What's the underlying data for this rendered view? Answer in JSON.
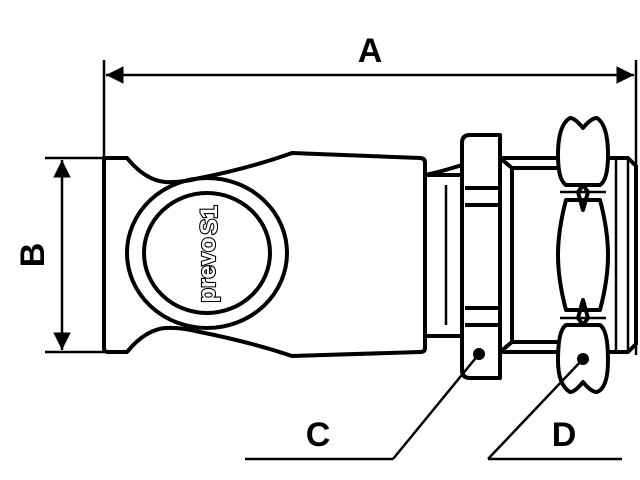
{
  "dimensions": {
    "a": "A",
    "b": "B",
    "c": "C",
    "d": "D"
  },
  "logo": {
    "text": "prevo",
    "mark": "S1"
  }
}
